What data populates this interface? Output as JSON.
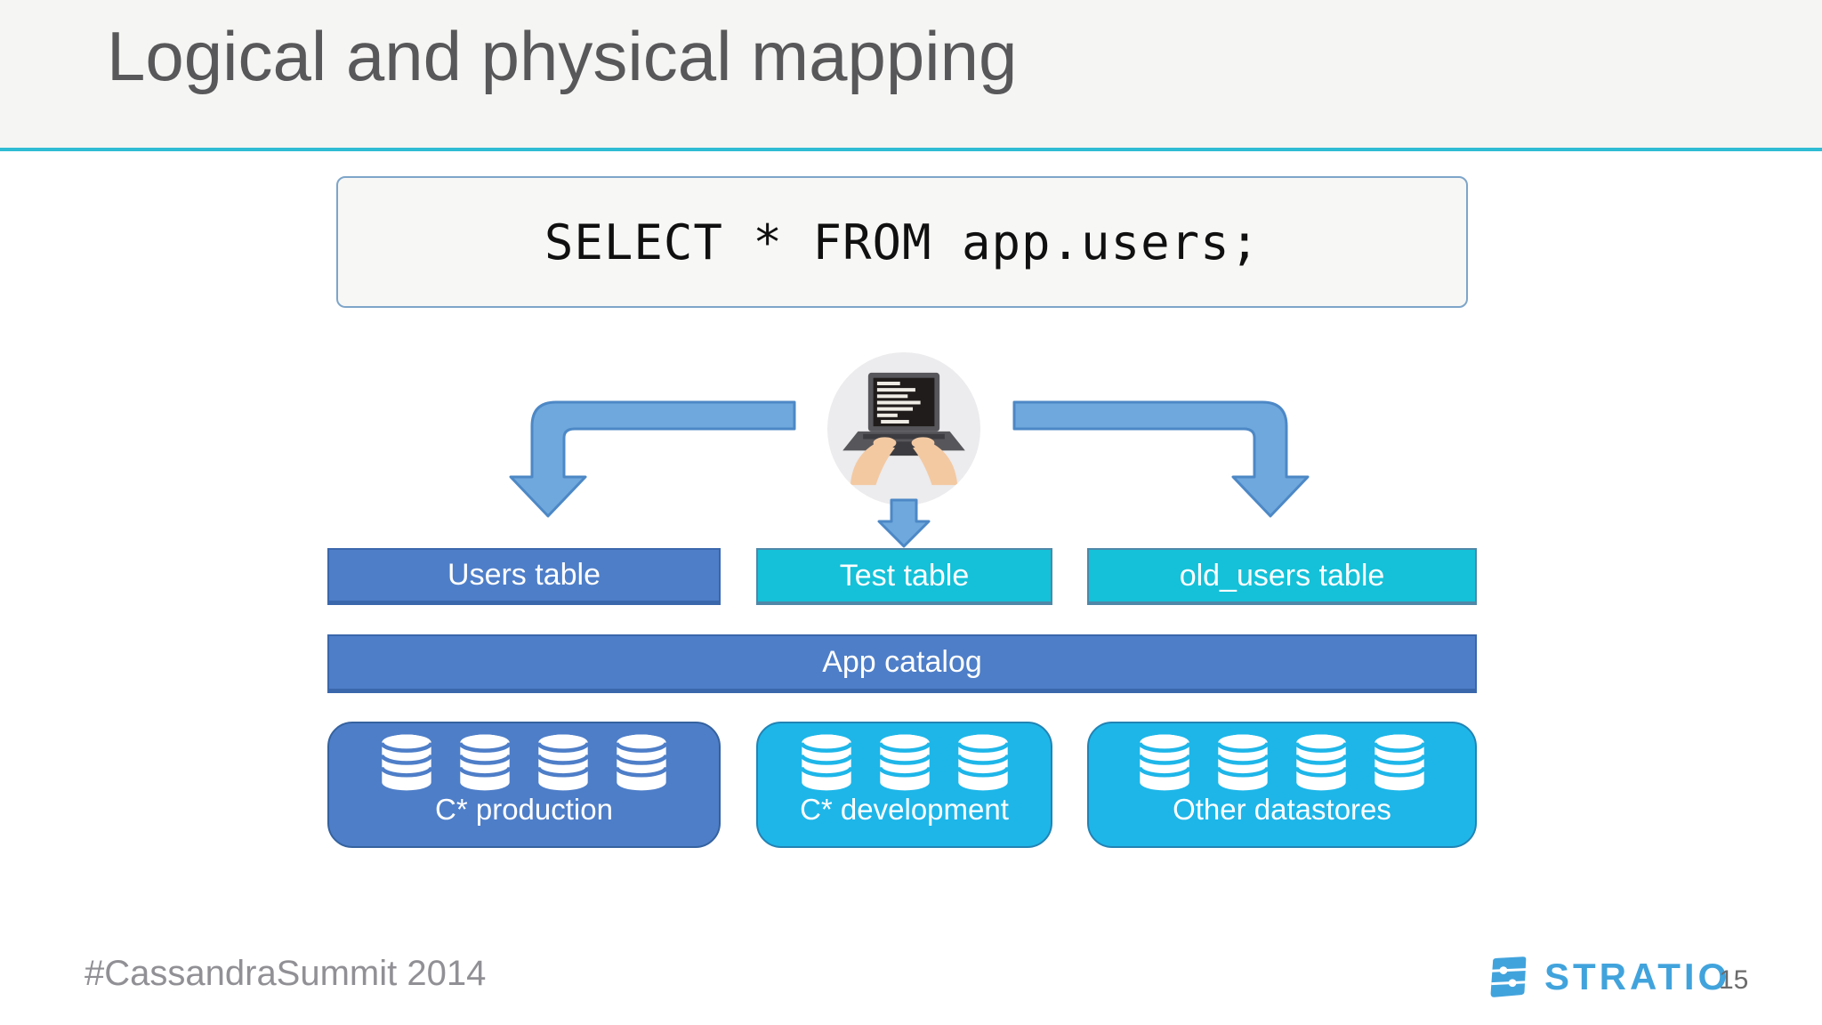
{
  "slide": {
    "title": "Logical and physical mapping",
    "query": "SELECT * FROM app.users;",
    "footer": {
      "hashtag": "#CassandraSummit 2014",
      "brand": "STRATIO",
      "page_number": "15"
    }
  },
  "diagram": {
    "tables": [
      {
        "label": "Users table",
        "variant": "blue"
      },
      {
        "label": "Test table",
        "variant": "cyan"
      },
      {
        "label": "old_users table",
        "variant": "cyan"
      }
    ],
    "catalog": {
      "label": "App catalog"
    },
    "datastores": [
      {
        "label": "C* production",
        "variant": "blue",
        "cylinders": 4
      },
      {
        "label": "C* development",
        "variant": "sky",
        "cylinders": 3
      },
      {
        "label": "Other datastores",
        "variant": "sky",
        "cylinders": 4
      }
    ]
  },
  "icons": {
    "laptop": "laptop-icon",
    "database": "database-cylinder-icon",
    "arrow_left": "arrow-elbow-left-icon",
    "arrow_right": "arrow-elbow-right-icon",
    "arrow_down": "arrow-down-icon",
    "brand_mark": "stratio-logo-icon"
  },
  "colors": {
    "header_bg": "#f5f5f3",
    "accent_line": "#2fbcd4",
    "blue_box": "#4e7ec8",
    "cyan_box": "#14c1d8",
    "sky_box": "#1eb6e9",
    "arrow_fill": "#6fa8dc",
    "arrow_border": "#4d88c6",
    "title_text": "#58585a",
    "brand_blue": "#41a3dc"
  }
}
